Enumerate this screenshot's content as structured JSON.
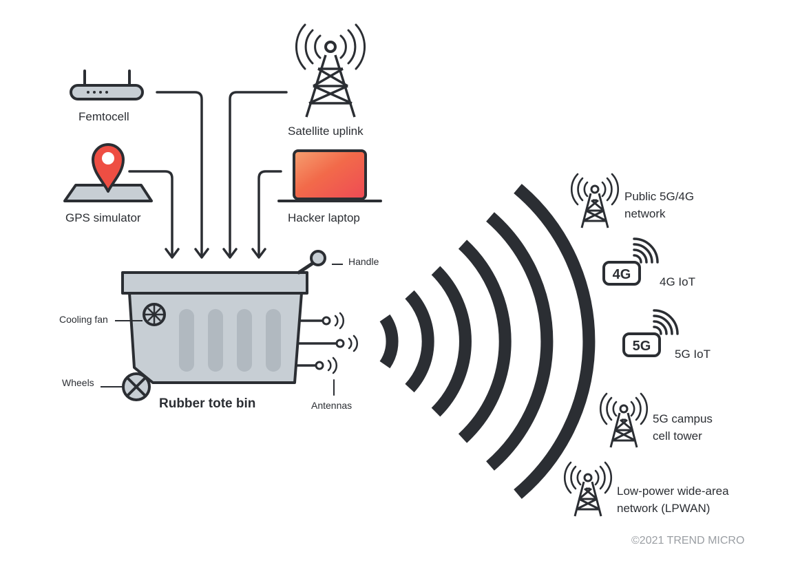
{
  "sources": {
    "femtocell": "Femtocell",
    "satellite": "Satellite uplink",
    "gps": "GPS simulator",
    "laptop": "Hacker laptop"
  },
  "bin": {
    "title": "Rubber tote bin",
    "handle": "Handle",
    "cooling_fan": "Cooling fan",
    "wheels": "Wheels",
    "antennas": "Antennas"
  },
  "networks": {
    "public_line1": "Public 5G/4G",
    "public_line2": "network",
    "iot4g_badge": "4G",
    "iot4g_label": "4G IoT",
    "iot5g_badge": "5G",
    "iot5g_label": "5G IoT",
    "campus_line1": "5G campus",
    "campus_line2": "cell tower",
    "lpwan_line1": "Low-power wide-area",
    "lpwan_line2": "network (LPWAN)"
  },
  "copyright": "©2021 TREND MICRO",
  "colors": {
    "ink": "#2b2e33",
    "bin_fill": "#c7ced4",
    "bin_rib": "#b1b9c0",
    "laptop_top": "#f37f4e",
    "laptop_bottom": "#ee4c48",
    "pin": "#ee4e43"
  }
}
